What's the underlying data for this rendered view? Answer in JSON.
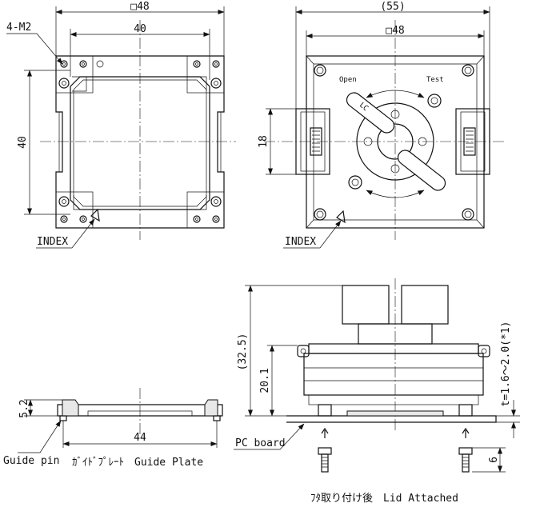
{
  "guide_plate_top": {
    "dim_width": "□48",
    "dim_inner": "40",
    "dim_height": "40",
    "screws": "4-M2",
    "index": "INDEX"
  },
  "lid_top": {
    "dim_width": "(55)",
    "dim_inner": "□48",
    "dim_height": "18",
    "open": "Open",
    "test": "Test",
    "index": "INDEX"
  },
  "guide_plate_side": {
    "dim_height": "5.2",
    "dim_pins": "44",
    "guide_pin": "Guide pin",
    "caption": "ｶﾞｲﾄﾞﾌﾟﾚｰﾄ　Guide Plate"
  },
  "lid_side": {
    "dim_total": "(32.5)",
    "dim_body": "20.1",
    "dim_board": "t=1.6～2.0(*1)",
    "dim_screw": "6",
    "pc_board": "PC board",
    "caption": "ﾌﾀ取り付け後　Lid Attached"
  }
}
